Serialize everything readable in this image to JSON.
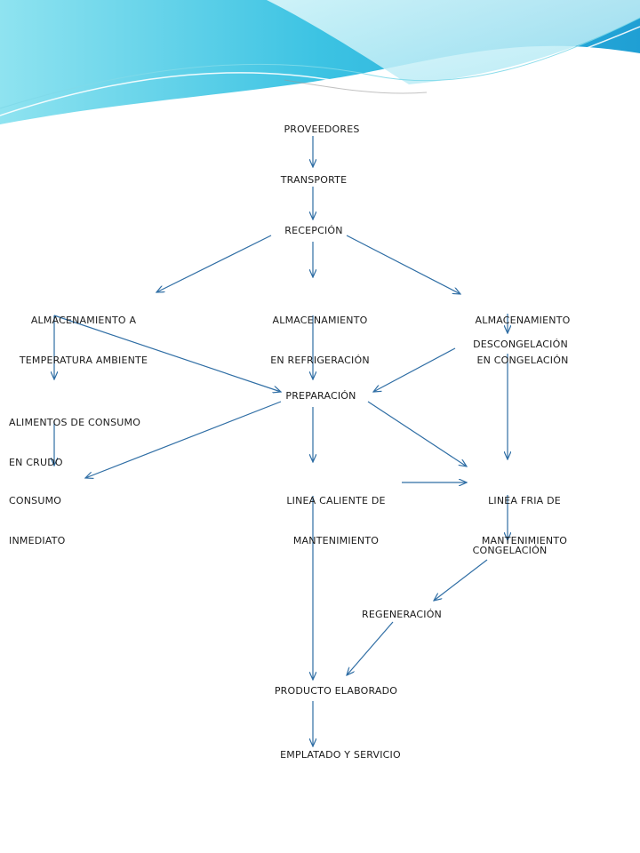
{
  "diagram": {
    "colors": {
      "arrow": "#2e6da4",
      "text": "#1a1a1a",
      "banner_light": "#c5f0f7",
      "banner_mid": "#6fd6ea",
      "banner_dark": "#2aa9d6"
    },
    "nodes": {
      "proveedores": "PROVEEDORES",
      "transporte": "TRANSPORTE",
      "recepcion": "RECEPCIÓN",
      "alm_ambiente_1": "ALMACENAMIENTO A",
      "alm_ambiente_2": "TEMPERATURA AMBIENTE",
      "alm_refrig_1": "ALMACENAMIENTO",
      "alm_refrig_2": "EN REFRIGERACIÓN",
      "alm_cong_1": "ALMACENAMIENTO",
      "alm_cong_2": "EN CONGELACIÓN",
      "descongelacion": "DESCONGELACIÓN",
      "alimentos_1": "ALIMENTOS DE CONSUMO",
      "alimentos_2": "EN CRUDO",
      "preparacion": "PREPARACIÓN",
      "consumo_1": "CONSUMO",
      "consumo_2": "INMEDIATO",
      "caliente_1": "LINEA CALIENTE DE",
      "caliente_2": "MANTENIMIENTO",
      "fria_1": "LINEA FRIA DE",
      "fria_2": "MANTENIMIENTO",
      "congelacion": "CONGELACIÓN",
      "regeneracion": "REGENERACIÓN",
      "producto": "PRODUCTO ELABORADO",
      "emplatado": "EMPLATADO Y SERVICIO"
    }
  }
}
